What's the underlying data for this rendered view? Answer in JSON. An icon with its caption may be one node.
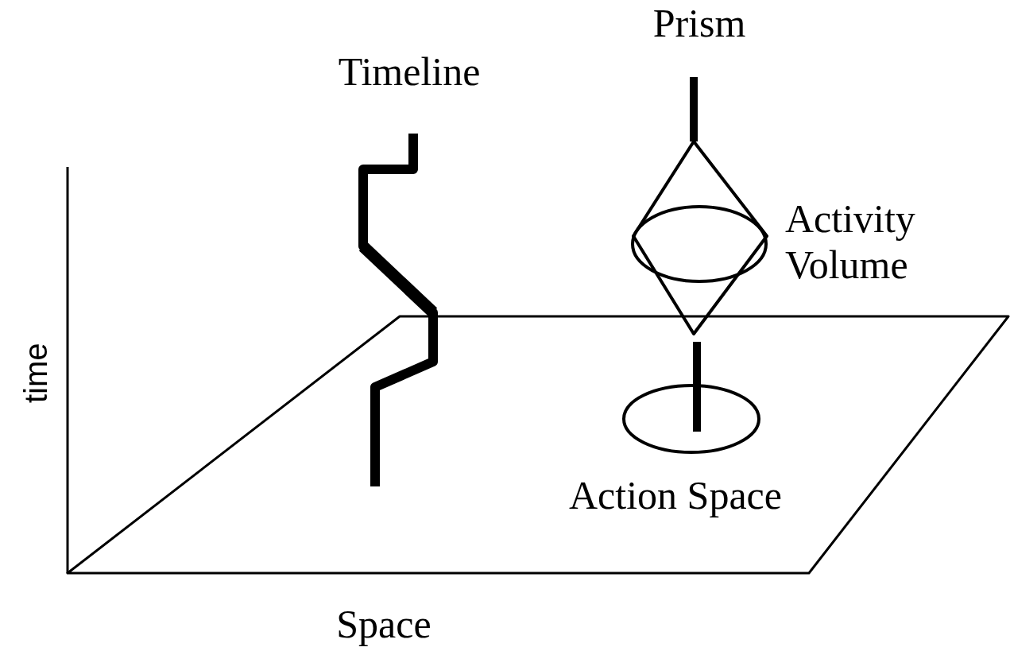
{
  "diagram": {
    "labels": [
      "Prism",
      "Timeline",
      "Activity Volume",
      "time",
      "Action Space",
      "Space"
    ]
  }
}
